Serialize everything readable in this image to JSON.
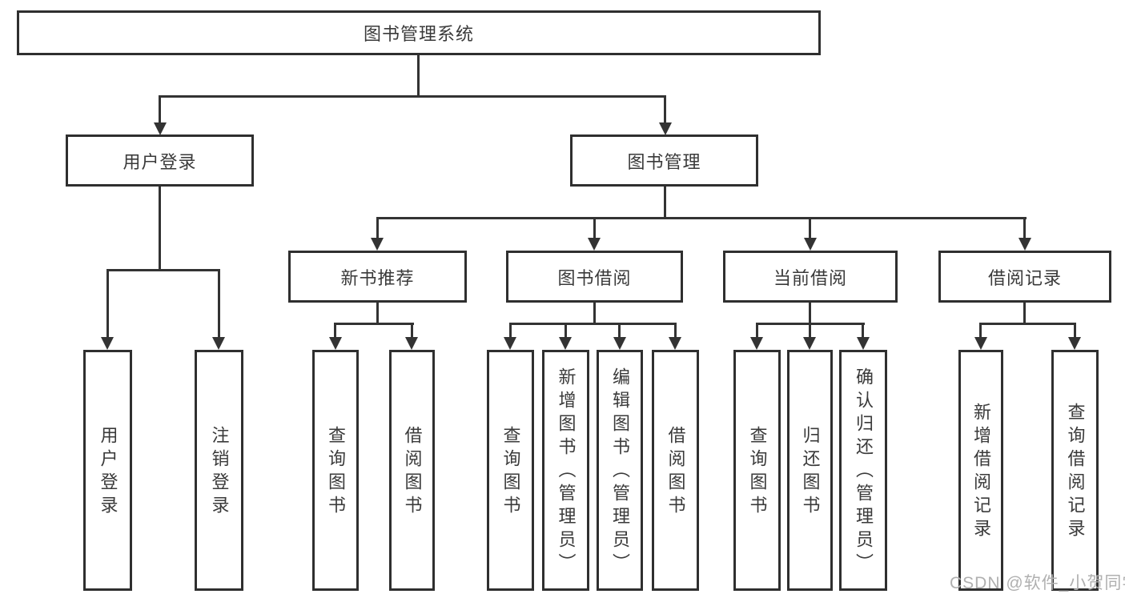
{
  "diagram": {
    "title": "图书管理系统",
    "root": {
      "label": "图书管理系统"
    },
    "level2": {
      "user_login": {
        "label": "用户登录"
      },
      "book_management": {
        "label": "图书管理"
      }
    },
    "level3": {
      "new_book_recommend": {
        "label": "新书推荐"
      },
      "book_borrow": {
        "label": "图书借阅"
      },
      "current_borrow": {
        "label": "当前借阅"
      },
      "borrow_records": {
        "label": "借阅记录"
      }
    },
    "leaves": {
      "user": [
        "用户登录",
        "注销登录"
      ],
      "new_book": [
        "查询图书",
        "借阅图书"
      ],
      "borrow": [
        "查询图书",
        "新增图书（管理员）",
        "编辑图书（管理员）",
        "借阅图书"
      ],
      "current": [
        "查询图书",
        "归还图书",
        "确认归还（管理员）"
      ],
      "records": [
        "新增借阅记录",
        "查询借阅记录"
      ]
    },
    "colors": {
      "line": "#333333",
      "text": "#3a3a3a",
      "box_fill": "#ffffff",
      "watermark": "#b0b0b0",
      "background": "#ffffff"
    }
  },
  "watermark": {
    "text": "CSDN @软件_小贺同学"
  }
}
